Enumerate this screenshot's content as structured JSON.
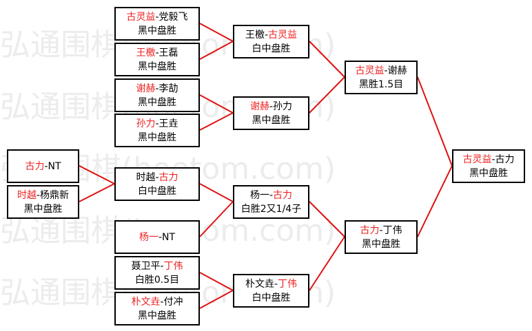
{
  "watermark": "弘通围棋(hoetom.com)",
  "colors": {
    "winner": "#ee2222",
    "line": "#e01010",
    "border": "#000000"
  },
  "round1": [
    {
      "line1": [
        {
          "t": "古灵益",
          "w": true
        },
        {
          "t": "-党毅飞",
          "w": false
        }
      ],
      "result": "黑中盘胜"
    },
    {
      "line1": [
        {
          "t": "王檄",
          "w": true
        },
        {
          "t": "-王磊",
          "w": false
        }
      ],
      "result": "黑中盘胜"
    },
    {
      "line1": [
        {
          "t": "谢赫",
          "w": true
        },
        {
          "t": "-李劼",
          "w": false
        }
      ],
      "result": "黑中盘胜"
    },
    {
      "line1": [
        {
          "t": "孙力",
          "w": true
        },
        {
          "t": "-王垚",
          "w": false
        }
      ],
      "result": "黑中盘胜"
    },
    {
      "line1": [
        {
          "t": "古力",
          "w": true
        },
        {
          "t": "-NT",
          "w": false
        }
      ],
      "result": ""
    },
    {
      "line1": [
        {
          "t": "时越",
          "w": true
        },
        {
          "t": "-杨鼎新",
          "w": false
        }
      ],
      "result": "黑中盘胜"
    },
    {
      "line1": [
        {
          "t": "杨一",
          "w": true
        },
        {
          "t": "-NT",
          "w": false
        }
      ],
      "result": ""
    },
    {
      "line1": [
        {
          "t": "聂卫平-",
          "w": false
        },
        {
          "t": "丁伟",
          "w": true
        }
      ],
      "result": "白胜0.5目"
    },
    {
      "line1": [
        {
          "t": "朴文垚",
          "w": true
        },
        {
          "t": "-付冲",
          "w": false
        }
      ],
      "result": "黑中盘胜"
    }
  ],
  "round2": [
    {
      "line1": [
        {
          "t": "王檄-",
          "w": false
        },
        {
          "t": "古灵益",
          "w": true
        }
      ],
      "result": "白中盘胜"
    },
    {
      "line1": [
        {
          "t": "谢赫",
          "w": true
        },
        {
          "t": "-孙力",
          "w": false
        }
      ],
      "result": "黑中盘胜"
    },
    {
      "line1": [
        {
          "t": "时越-",
          "w": false
        },
        {
          "t": "古力",
          "w": true
        }
      ],
      "result": "白中盘胜"
    }
  ],
  "round3": [
    {
      "line1": [
        {
          "t": "杨一-",
          "w": false
        },
        {
          "t": "古力",
          "w": true
        }
      ],
      "result": "白胜2又1/4子"
    },
    {
      "line1": [
        {
          "t": "朴文垚-",
          "w": false
        },
        {
          "t": "丁伟",
          "w": true
        }
      ],
      "result": "白中盘胜"
    }
  ],
  "semis": [
    {
      "line1": [
        {
          "t": "古灵益",
          "w": true
        },
        {
          "t": "-谢赫",
          "w": false
        }
      ],
      "result": "黑胜1.5目"
    },
    {
      "line1": [
        {
          "t": "古力",
          "w": true
        },
        {
          "t": "-丁伟",
          "w": false
        }
      ],
      "result": "黑中盘胜"
    }
  ],
  "final": {
    "line1": [
      {
        "t": "古灵益",
        "w": true
      },
      {
        "t": "-古力",
        "w": false
      }
    ],
    "result": "黑中盘胜"
  }
}
